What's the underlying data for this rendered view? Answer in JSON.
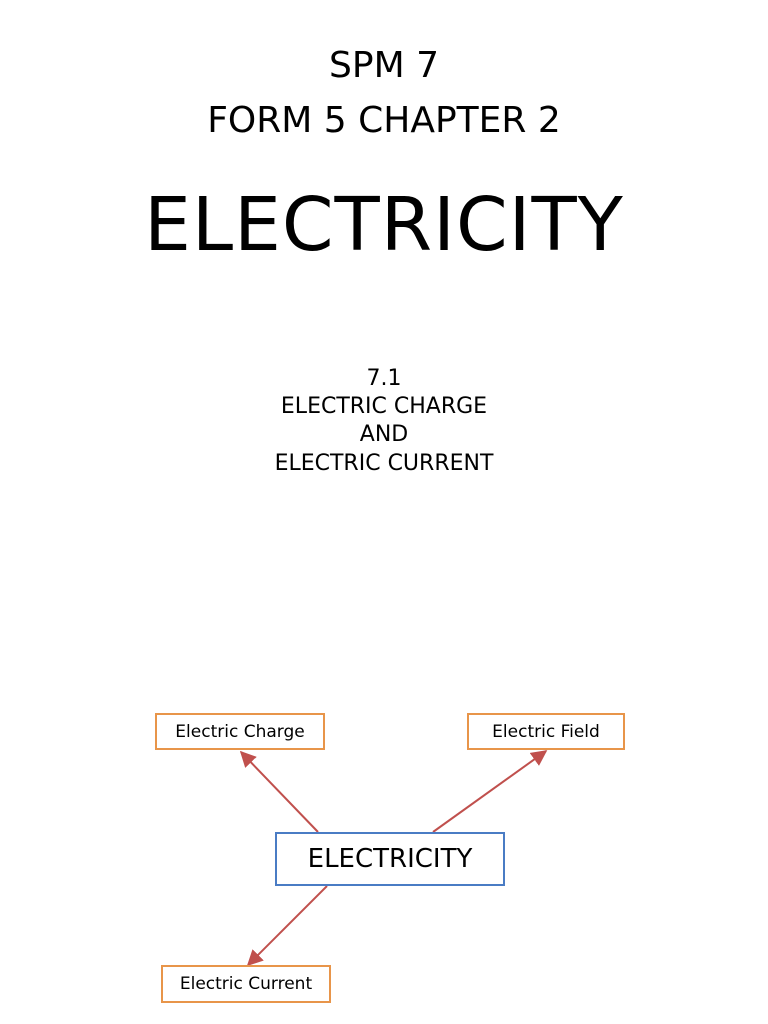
{
  "header": {
    "line1": "SPM 7",
    "line2": "FORM 5 CHAPTER 2"
  },
  "title": "ELECTRICITY",
  "section": {
    "number": "7.1",
    "line1": "ELECTRIC CHARGE",
    "line2": "AND",
    "line3": "ELECTRIC CURRENT"
  },
  "diagram": {
    "center": "ELECTRICITY",
    "nodes": {
      "charge": "Electric Charge",
      "field": "Electric Field",
      "current": "Electric Current"
    },
    "colors": {
      "node_border": "#e8954a",
      "center_border": "#4a7cc4",
      "arrow": "#c0504d"
    }
  }
}
